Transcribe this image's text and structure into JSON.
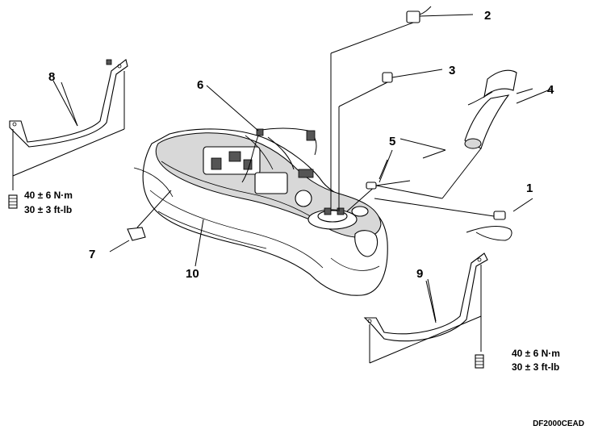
{
  "callouts": {
    "c1": "1",
    "c2": "2",
    "c3": "3",
    "c4": "4",
    "c5": "5",
    "c6": "6",
    "c7": "7",
    "c8": "8",
    "c9": "9",
    "c10": "10"
  },
  "torque_specs": {
    "left": {
      "metric": "40 ± 6 N·m",
      "imperial": "30 ± 3 ft-lb"
    },
    "right": {
      "metric": "40 ± 6 N·m",
      "imperial": "30 ± 3 ft-lb"
    }
  },
  "figure_code": "DF2000CEAD"
}
